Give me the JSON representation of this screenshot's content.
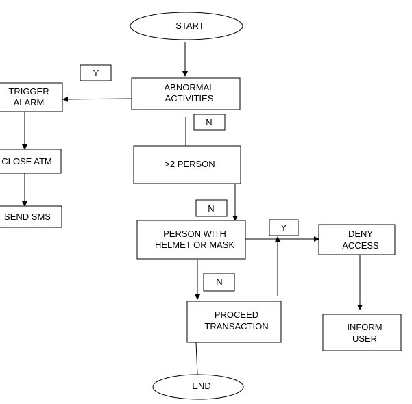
{
  "nodes": {
    "start": "START",
    "abnormal": [
      "ABNORMAL",
      "ACTIVITIES"
    ],
    "trigger": [
      "TRIGGER",
      "ALARM"
    ],
    "close_atm": "CLOSE ATM",
    "send_sms": "SEND SMS",
    "gt2": ">2 PERSON",
    "helmet": [
      "PERSON WITH",
      "HELMET OR MASK"
    ],
    "deny": [
      "DENY",
      "ACCESS"
    ],
    "inform": [
      "INFORM",
      "USER"
    ],
    "proceed": [
      "PROCEED",
      "TRANSACTION"
    ],
    "end": "END"
  },
  "labels": {
    "abnormal_yes": "Y",
    "abnormal_no": "N",
    "gt2_no": "N",
    "helmet_yes": "Y",
    "helmet_no": "N"
  }
}
